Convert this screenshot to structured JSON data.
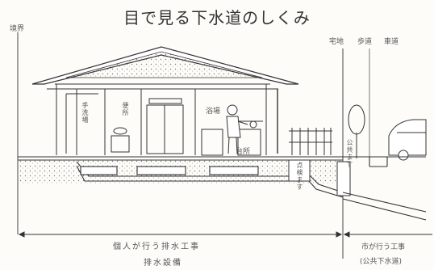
{
  "title": "目で見る下水道のしくみ",
  "top_labels": {
    "boundary": "境界",
    "residential": "宅地",
    "sidewalk": "歩道",
    "roadway": "車道"
  },
  "room_labels": {
    "wash_basin": "手洗場",
    "toilet": "便所",
    "bath": "浴場",
    "kitchen": "台所",
    "public_basin": "公共ます",
    "inspection": "点検ます"
  },
  "bottom": {
    "private_work": "個人が行う排水工事",
    "private_facility": "排水設備",
    "city_work": "市が行う工事",
    "city_facility": "(公共下水道)"
  },
  "colors": {
    "ink": "#3a3a3a",
    "paper": "#fdfcf8"
  }
}
